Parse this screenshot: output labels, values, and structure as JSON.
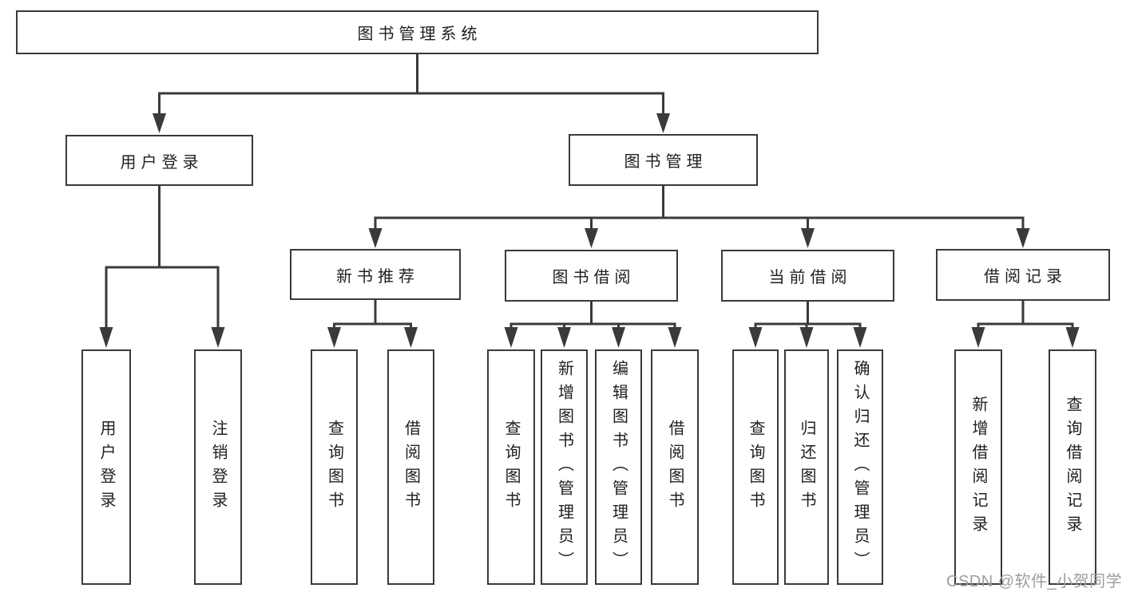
{
  "diagram_type": "tree",
  "tree": {
    "label": "图书管理系统",
    "children": [
      {
        "label": "用户登录",
        "children": [
          {
            "label": "用户登录"
          },
          {
            "label": "注销登录"
          }
        ]
      },
      {
        "label": "图书管理",
        "children": [
          {
            "label": "新书推荐",
            "children": [
              {
                "label": "查询图书"
              },
              {
                "label": "借阅图书"
              }
            ]
          },
          {
            "label": "图书借阅",
            "children": [
              {
                "label": "查询图书"
              },
              {
                "label": "新增图书（管理员）"
              },
              {
                "label": "编辑图书（管理员）"
              },
              {
                "label": "借阅图书"
              }
            ]
          },
          {
            "label": "当前借阅",
            "children": [
              {
                "label": "查询图书"
              },
              {
                "label": "归还图书"
              },
              {
                "label": "确认归还（管理员）"
              }
            ]
          },
          {
            "label": "借阅记录",
            "children": [
              {
                "label": "新增借阅记录"
              },
              {
                "label": "查询借阅记录"
              }
            ]
          }
        ]
      }
    ]
  },
  "watermark": {
    "text": "CSDN @软件_小贺同学",
    "color": "#9e9e9e"
  },
  "colors": {
    "background": "#ffffff",
    "line": "#3a3a3a",
    "box_border": "#3a3a3a",
    "text": "#1f1f1f"
  }
}
